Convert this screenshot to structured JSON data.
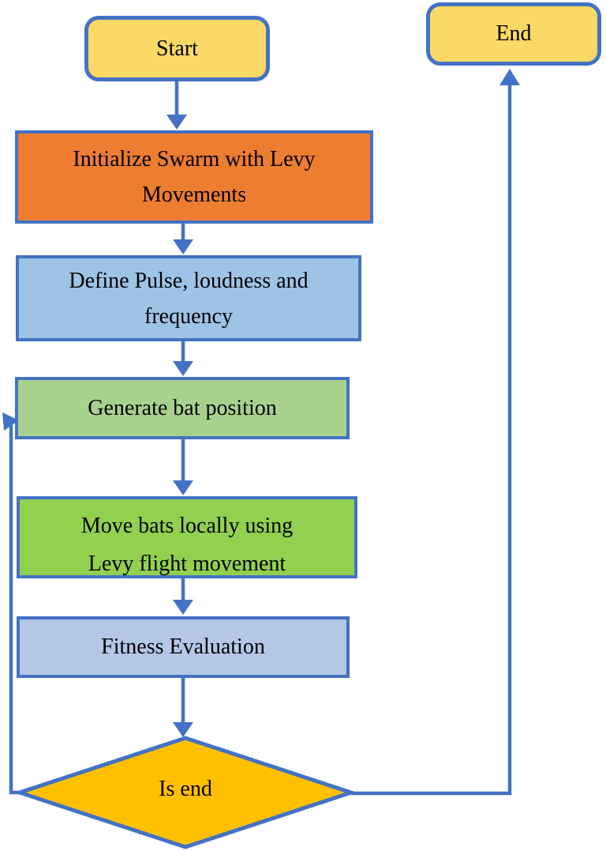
{
  "diagram": {
    "type": "flowchart",
    "colors": {
      "border_blue": "#4472C4",
      "arrow_blue": "#4472C4",
      "terminator_yellow": "#FBD966",
      "process_orange": "#ED7D31",
      "process_light_blue": "#9DC3E6",
      "process_light_green": "#A9D18E",
      "process_green": "#92D050",
      "process_periwinkle": "#B4C7E7",
      "decision_gold": "#FFC000",
      "text": "#000000"
    },
    "nodes": {
      "start": {
        "label": "Start",
        "fill": "#FBD966",
        "border": "#4472C4"
      },
      "end": {
        "label": "End",
        "fill": "#FBD966",
        "border": "#4472C4"
      },
      "initialize": {
        "label": "Initialize Swarm with Levy Movements",
        "lines": [
          "Initialize Swarm with Levy",
          "Movements"
        ],
        "fill": "#ED7D31",
        "border": "#4472C4"
      },
      "define": {
        "label": "Define Pulse, loudness and frequency",
        "lines": [
          "Define Pulse, loudness and",
          "frequency"
        ],
        "fill": "#9DC3E6",
        "border": "#4472C4"
      },
      "generate": {
        "label": "Generate bat position",
        "fill": "#A9D18E",
        "border": "#4472C4"
      },
      "move": {
        "label": "Move bats locally using Levy flight movement",
        "lines": [
          "Move bats locally using",
          "Levy flight movement"
        ],
        "fill": "#92D050",
        "border": "#4472C4"
      },
      "fitness": {
        "label": "Fitness Evaluation",
        "fill": "#B4C7E7",
        "border": "#4472C4"
      },
      "decision": {
        "label": "Is end",
        "fill": "#FFC000",
        "border": "#4472C4"
      }
    },
    "edges": [
      "start -> initialize",
      "initialize -> define",
      "define -> generate",
      "generate -> move",
      "move -> fitness",
      "fitness -> decision",
      "decision -> end",
      "decision -> generate (loop back)"
    ]
  }
}
